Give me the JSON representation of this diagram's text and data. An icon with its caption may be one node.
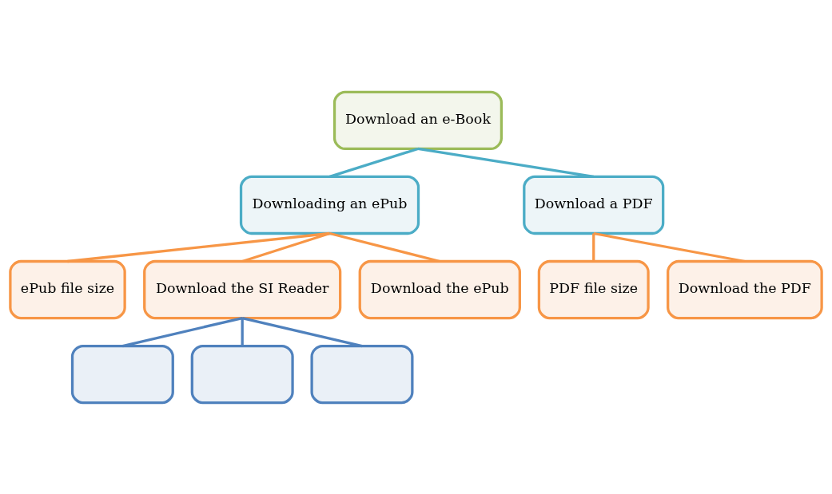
{
  "diagram": {
    "nodes": [
      {
        "text": [
          "Download an e-Book"
        ]
      },
      {
        "text": [
          "Downloading an ePub"
        ]
      },
      {
        "text": [
          "Download a PDF"
        ]
      },
      {
        "text": [
          "ePub file size"
        ]
      },
      {
        "text": [
          "Download the SI Reader"
        ]
      },
      {
        "text": [
          "Download the ePub"
        ]
      },
      {
        "text": [
          "PDF file size"
        ]
      },
      {
        "text": [
          "Download the PDF"
        ]
      },
      {
        "text": [],
        "shape": "box"
      },
      {
        "text": [],
        "shape": "box"
      },
      {
        "text": [],
        "shape": "box"
      }
    ],
    "edges": [
      {
        "from": 0,
        "to": 1,
        "arrow": "none",
        "color": "#4bacc6"
      },
      {
        "from": 0,
        "to": 2,
        "arrow": "none",
        "color": "#4bacc6"
      },
      {
        "from": 1,
        "to": 3,
        "arrow": "none"
      },
      {
        "from": 1,
        "to": 4,
        "arrow": "none"
      },
      {
        "from": 1,
        "to": 5,
        "arrow": "none"
      },
      {
        "from": 2,
        "to": 6,
        "arrow": "none"
      },
      {
        "from": 2,
        "to": 7,
        "arrow": "none"
      },
      {
        "from": 4,
        "to": 8,
        "arrow": "none",
        "color": "#4f81bd"
      },
      {
        "from": 4,
        "to": 9,
        "arrow": "none",
        "color": "#4f81bd"
      },
      {
        "from": 4,
        "to": 10,
        "arrow": "none",
        "color": "#4f81bd"
      }
    ]
  }
}
